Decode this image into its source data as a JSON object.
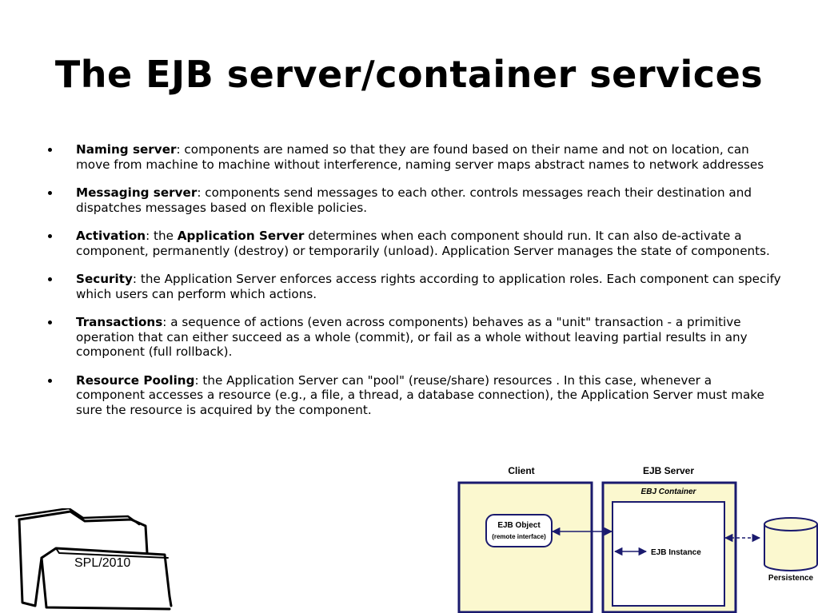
{
  "title": "The EJB server/container services",
  "bullets": [
    {
      "term": "Naming server",
      "text": ": components are named so that they are found based on their name and not on location, can move from machine to machine without interference, naming server maps abstract names to network addresses"
    },
    {
      "term": "Messaging server",
      "text": ": components send messages to each other. controls messages reach their destination and dispatches messages based on flexible policies."
    },
    {
      "term": "Activation",
      "text": ": the ",
      "term2": "Application Server",
      "text2": " determines when each component should run. It can also de-activate a component, permanently (destroy) or temporarily (unload). Application Server manages the state of components."
    },
    {
      "term": "Security",
      "text": ": the Application Server enforces access rights according to application roles. Each component can specify which users can perform which actions."
    },
    {
      "term": "Transactions",
      "text": ": a sequence of actions (even across components) behaves as a \"unit\" transaction - a primitive operation that can either succeed as a whole (commit), or fail as a whole without leaving partial results in any component (full rollback)."
    },
    {
      "term": "Resource Pooling",
      "text": ": the Application Server can \"pool\" (reuse/share) resources . In this case, whenever a component accesses a resource (e.g., a file, a thread, a database connection), the Application Server must make sure the resource is acquired by the component."
    }
  ],
  "footer_label": "SPL/2010",
  "diagram": {
    "client_label": "Client",
    "server_label": "EJB Server",
    "container_label": "EBJ Container",
    "ejb_object_label": "EJB Object",
    "ejb_object_sublabel": "(remote interface)",
    "ejb_instance_label": "EJB Instance",
    "persistence_label": "Persistence",
    "colors": {
      "box_fill": "#fbf8cf",
      "box_border": "#1a1a6e",
      "inner_fill": "#ffffff"
    }
  }
}
